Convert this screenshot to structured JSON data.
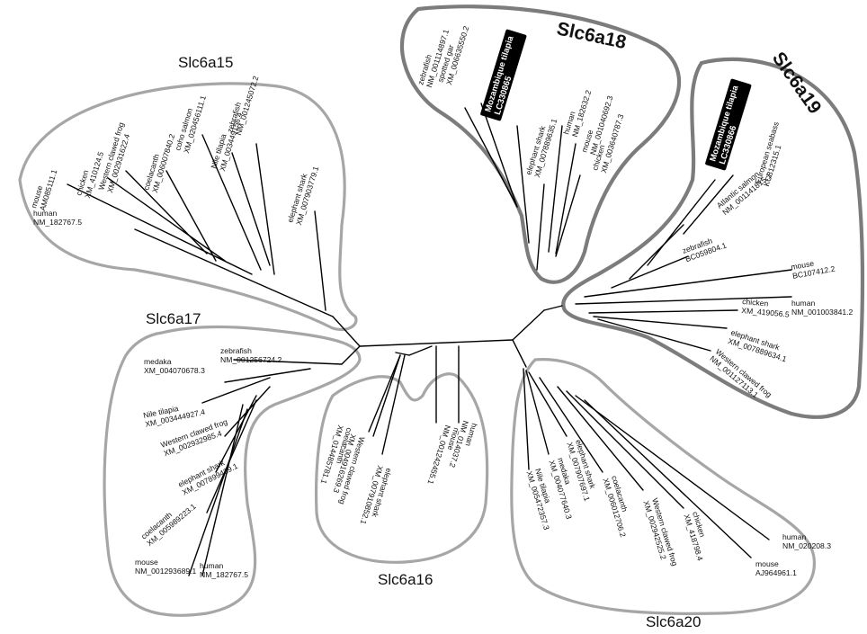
{
  "groups": [
    {
      "id": "slc6a15",
      "label": "Slc6a15",
      "leaves": [
        {
          "species": "human",
          "accession": "NM_182767.5"
        },
        {
          "species": "mouse",
          "accession": "AM085111.1"
        },
        {
          "species": "chicken",
          "accession": "XM_410124.5"
        },
        {
          "species": "Western clawed frog",
          "accession": "XM_002931622.4"
        },
        {
          "species": "coelacanth",
          "accession": "XM_006007840.2"
        },
        {
          "species": "Nile tilapia",
          "accession": "XM_003449156.4"
        },
        {
          "species": "coho salmon",
          "accession": "XM_020456111.1"
        },
        {
          "species": "zebrafish",
          "accession": "NM_001245072.2"
        },
        {
          "species": "elephant shark",
          "accession": "XM_007903779.1"
        }
      ]
    },
    {
      "id": "slc6a18",
      "label": "Slc6a18",
      "leaves": [
        {
          "species": "zebrafish",
          "accession": "NM_001114897.1"
        },
        {
          "species": "spotted gar",
          "accession": "XM_006635550.2"
        },
        {
          "species": "Mozambique tilapia",
          "accession": "LC330865",
          "highlight": true
        },
        {
          "species": "elephant shark",
          "accession": "XM_007889635.1"
        },
        {
          "species": "human",
          "accession": "NM_182632.2"
        },
        {
          "species": "mouse",
          "accession": "NM_001040692.3"
        },
        {
          "species": "chicken",
          "accession": "XM_003640787.3"
        }
      ]
    },
    {
      "id": "slc6a19",
      "label": "Slc6a19",
      "leaves": [
        {
          "species": "Mozambique tilapia",
          "accession": "LC330866",
          "highlight": true
        },
        {
          "species": "European seabass",
          "accession": "KC812315.1"
        },
        {
          "species": "Atlantic salmon",
          "accession": "NM_001141815.1"
        },
        {
          "species": "zebrafish",
          "accession": "BC059804.1"
        },
        {
          "species": "mouse",
          "accession": "BC107412.2"
        },
        {
          "species": "human",
          "accession": "NM_001003841.2"
        },
        {
          "species": "chicken",
          "accession": "XM_419056.5"
        },
        {
          "species": "elephant shark",
          "accession": "XM_007889634.1"
        },
        {
          "species": "Western clawed frog",
          "accession": "NM_001127113.1"
        }
      ]
    },
    {
      "id": "slc6a17",
      "label": "Slc6a17",
      "leaves": [
        {
          "species": "zebrafish",
          "accession": "NM_001256724.2"
        },
        {
          "species": "medaka",
          "accession": "XM_004070678.3"
        },
        {
          "species": "Nile tilapia",
          "accession": "XM_003444927.4"
        },
        {
          "species": "Western clawed frog",
          "accession": "XM_002932985.4"
        },
        {
          "species": "elephant shark",
          "accession": "XM_007899439.1"
        },
        {
          "species": "coelacanth",
          "accession": "XM_005989223.1"
        },
        {
          "species": "mouse",
          "accession": "NM_001293689.1"
        },
        {
          "species": "human",
          "accession": "NM_182767.5"
        }
      ]
    },
    {
      "id": "slc6a16",
      "label": "Slc6a16",
      "leaves": [
        {
          "species": "Western clawed frog",
          "accession": "XM_004916269.3"
        },
        {
          "species": "coelacanth",
          "accession": "XM_014485781.1"
        },
        {
          "species": "elephant shark",
          "accession": "XM_007910852.1"
        },
        {
          "species": "mouse",
          "accession": "NM_001242455.1"
        },
        {
          "species": "human",
          "accession": "NM_014037.2"
        }
      ]
    },
    {
      "id": "slc6a20",
      "label": "Slc6a20",
      "leaves": [
        {
          "species": "Nile tilapia",
          "accession": "XM_005472357.3"
        },
        {
          "species": "medaka",
          "accession": "XM_004077640.3"
        },
        {
          "species": "elephant shark",
          "accession": "XM_007907697.1"
        },
        {
          "species": "coelacanth",
          "accession": "XM_006012706.2"
        },
        {
          "species": "Western clawed frog",
          "accession": "XM_002942525.2"
        },
        {
          "species": "chicken",
          "accession": "XM_418798.4"
        },
        {
          "species": "human",
          "accession": "NM_020208.3"
        },
        {
          "species": "mouse",
          "accession": "AJ964961.1"
        }
      ]
    }
  ],
  "colors": {
    "branch": "#000000",
    "hull": "#a6a6a6",
    "hull_emphasis": "#7c7c7c",
    "highlight_box": "#000000",
    "highlight_text": "#ffffff"
  }
}
